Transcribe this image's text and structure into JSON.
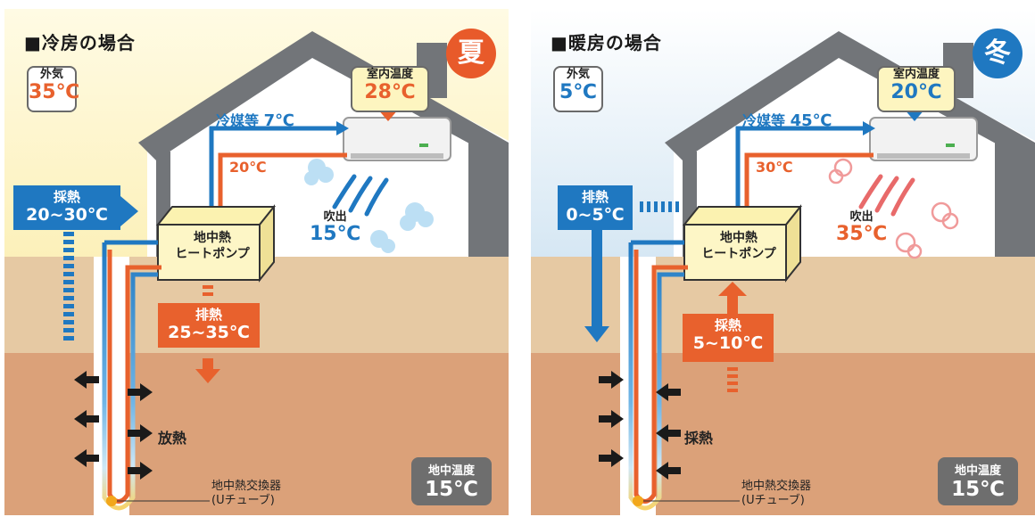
{
  "summer": {
    "title": "■冷房の場合",
    "season": "夏",
    "outside_air": {
      "label": "外気",
      "temp": "35℃"
    },
    "indoor_temp": {
      "label": "室内温度",
      "temp": "28℃"
    },
    "refrigerant": {
      "label": "冷媒等",
      "temp": "7℃"
    },
    "return_temp": "20℃",
    "heat_source": {
      "label": "採熱",
      "range": "20~30℃"
    },
    "heat_pump": {
      "line1": "地中熱",
      "line2": "ヒートポンプ"
    },
    "outlet": {
      "label": "吹出",
      "temp": "15℃"
    },
    "exhaust": {
      "label": "排熱",
      "range": "25~35℃"
    },
    "ground_action": "放熱",
    "exchanger": {
      "line1": "地中熱交換器",
      "line2": "(Uチューブ)"
    },
    "ground_temp": {
      "label": "地中温度",
      "temp": "15℃"
    }
  },
  "winter": {
    "title": "■暖房の場合",
    "season": "冬",
    "outside_air": {
      "label": "外気",
      "temp": "5℃"
    },
    "indoor_temp": {
      "label": "室内温度",
      "temp": "20℃"
    },
    "refrigerant": {
      "label": "冷媒等",
      "temp": "45℃"
    },
    "return_temp": "30℃",
    "exhaust": {
      "label": "排熱",
      "range": "0~5℃"
    },
    "heat_pump": {
      "line1": "地中熱",
      "line2": "ヒートポンプ"
    },
    "outlet": {
      "label": "吹出",
      "temp": "35℃"
    },
    "heat_source": {
      "label": "採熱",
      "range": "5~10℃"
    },
    "ground_action": "採熱",
    "exchanger": {
      "line1": "地中熱交換器",
      "line2": "(Uチューブ)"
    },
    "ground_temp": {
      "label": "地中温度",
      "temp": "15℃"
    }
  },
  "colors": {
    "blue": "#1f78c1",
    "orange": "#e8612d",
    "summer_sky": "#fdf4c4",
    "winter_sky": "#dcebf6",
    "ground_upper": "#e6c9a3",
    "ground_lower": "#dba179",
    "house": "#727579"
  }
}
